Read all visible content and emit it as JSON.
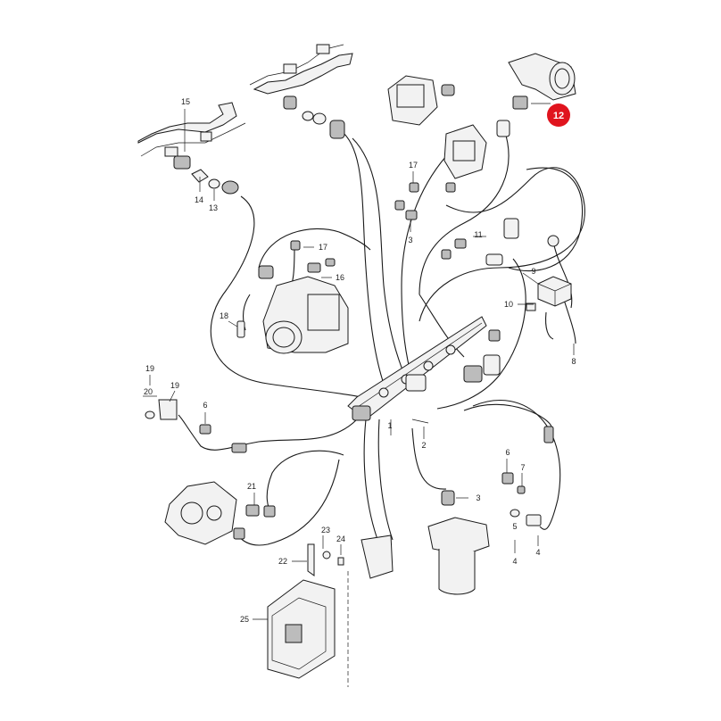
{
  "highlight": {
    "label": "12",
    "color": "#e0141e"
  },
  "callouts": {
    "c1": "1",
    "c2": "2",
    "c3a": "3",
    "c3b": "3",
    "c4a": "4",
    "c4b": "4",
    "c5": "5",
    "c6a": "6",
    "c6b": "6",
    "c7": "7",
    "c8": "8",
    "c9": "9",
    "c10": "10",
    "c11": "11",
    "c13": "13",
    "c14": "14",
    "c15": "15",
    "c16": "16",
    "c17a": "17",
    "c17b": "17",
    "c18": "18",
    "c19a": "19",
    "c19b": "19",
    "c20": "20",
    "c21": "21",
    "c22": "22",
    "c23": "23",
    "c24": "24",
    "c25": "25"
  }
}
